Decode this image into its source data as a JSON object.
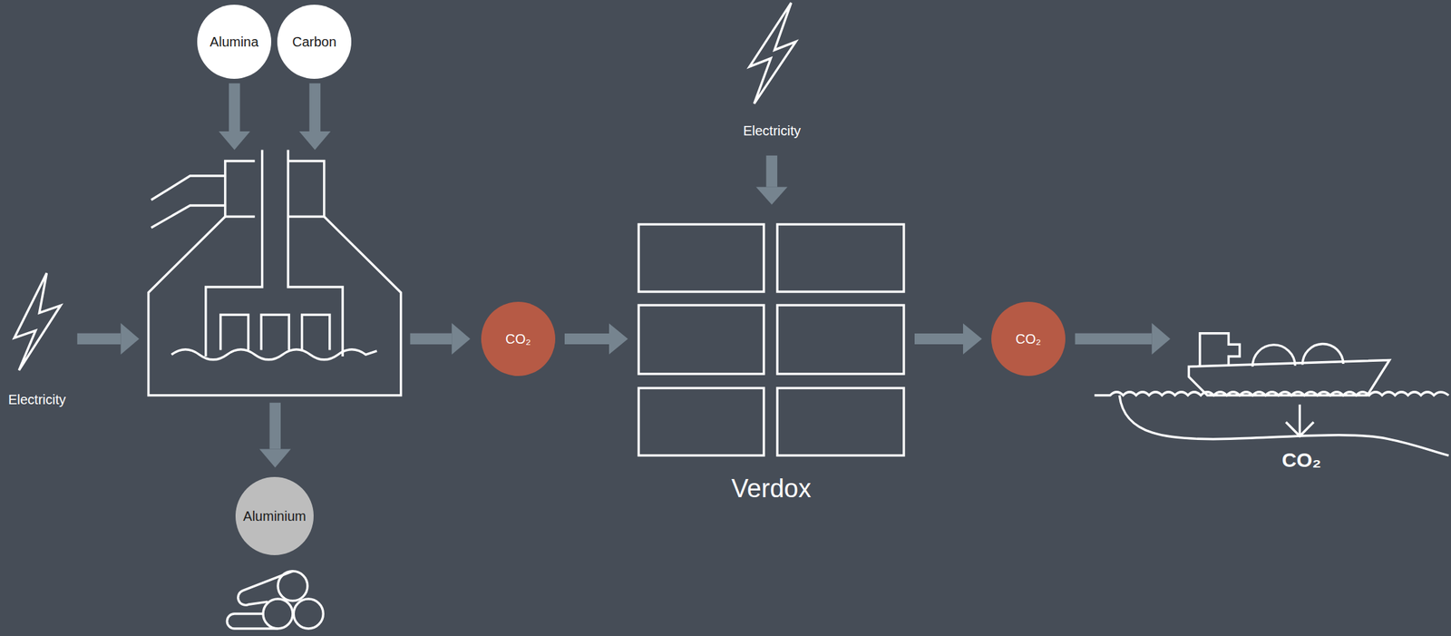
{
  "diagram": {
    "nodes": [
      {
        "text": [
          "Alumina"
        ]
      },
      {
        "text": [
          "Carbon"
        ]
      },
      {
        "text": [
          "Aluminium"
        ]
      },
      {
        "text": [
          "CO₂"
        ]
      },
      {
        "text": [
          "Verdox"
        ]
      },
      {
        "text": [
          "CO₂"
        ]
      }
    ],
    "edges": [
      {
        "from": 3,
        "to": 4,
        "arrow": "to"
      },
      {
        "from": 4,
        "to": 5,
        "arrow": "to"
      }
    ],
    "labels": [
      "Electricity",
      "Electricity",
      "CO₂"
    ]
  }
}
